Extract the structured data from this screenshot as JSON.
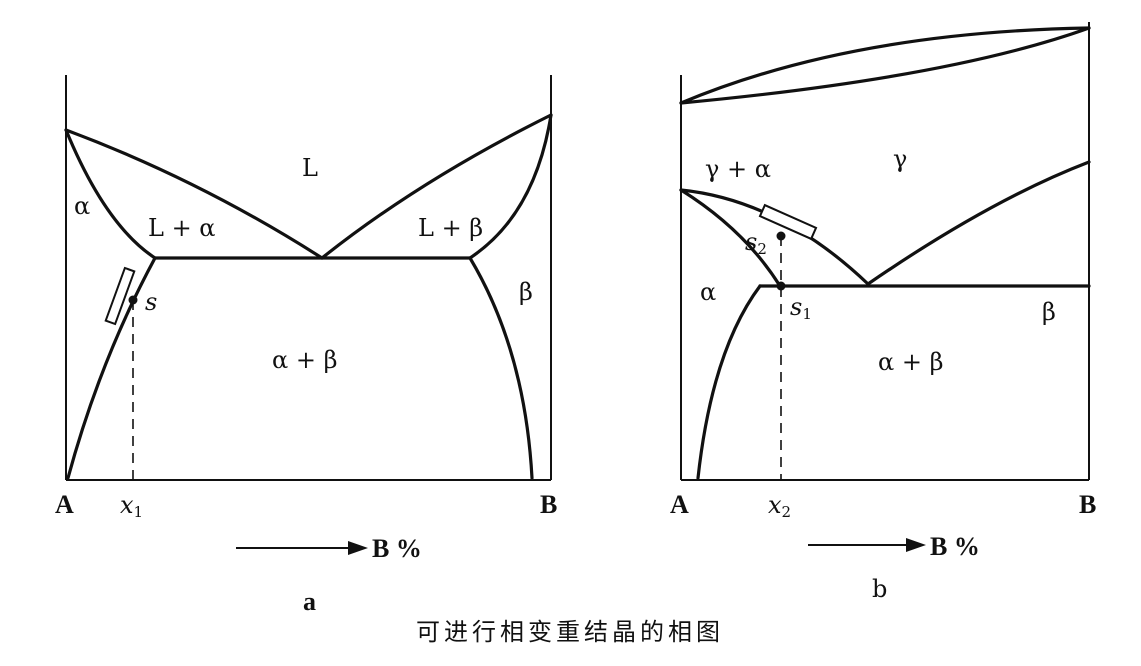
{
  "caption": "可进行相变重结晶的相图",
  "diagram_a": {
    "label": "a",
    "regions": {
      "L": "L",
      "L_alpha": "L + α",
      "L_beta": "L + β",
      "alpha": "α",
      "beta": "β",
      "alpha_beta": "α + β"
    },
    "point_s": "s",
    "composition_x": "x",
    "composition_x_sub": "1",
    "endpoint_left": "A",
    "endpoint_right": "B",
    "axis_label": "B %"
  },
  "diagram_b": {
    "label": "b",
    "regions": {
      "gamma": "γ",
      "gamma_alpha": "γ + α",
      "alpha": "α",
      "beta": "β",
      "alpha_beta": "α + β"
    },
    "point_s2": "s",
    "point_s2_sub": "2",
    "point_s1": "s",
    "point_s1_sub": "1",
    "composition_x": "x",
    "composition_x_sub": "2",
    "endpoint_left": "A",
    "endpoint_right": "B",
    "axis_label": "B %"
  }
}
